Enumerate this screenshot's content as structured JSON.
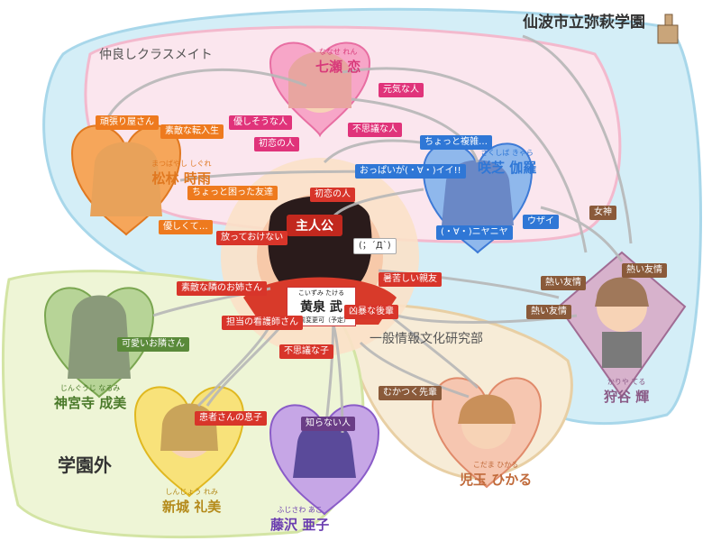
{
  "school_name": "仙波市立弥萩学園",
  "regions": {
    "classmates": "仲良しクラスメイト",
    "club": "一般情報文化研究部",
    "outside": "学園外"
  },
  "protagonist": {
    "label": "主人公",
    "ruby": "こいずみ たける",
    "name": "黄泉 武",
    "note": "名前変更可（予定）"
  },
  "characters": {
    "nanase": {
      "ruby": "ななせ れん",
      "name": "七瀬 恋"
    },
    "matsubayashi": {
      "ruby": "まつばやし しぐれ",
      "name": "松林 時雨"
    },
    "sakushiba": {
      "ruby": "さくしば きゃら",
      "name": "咲芝 伽羅"
    },
    "kariya": {
      "ruby": "かりや てる",
      "name": "狩谷 輝"
    },
    "jinguji": {
      "ruby": "じんぐうじ なるみ",
      "name": "神宮寺 成美"
    },
    "shinjo": {
      "ruby": "しんじょう れみ",
      "name": "新城 礼美"
    },
    "fujisawa": {
      "ruby": "ふじさわ あこ",
      "name": "藤沢 亜子"
    },
    "kodama": {
      "ruby": "こだま ひかる",
      "name": "児玉 ひかる"
    }
  },
  "relations": {
    "r1": "頑張り屋さん",
    "r2": "素敵な転入生",
    "r3": "優しそうな人",
    "r4": "元気な人",
    "r5": "初恋の人",
    "r6": "不思議な人",
    "r7": "ちょっと複雑…",
    "r8": "おっぱいが(・∀・)イイ!!",
    "r9": "ちょっと困った友達",
    "r10": "初恋の人",
    "r11": "優しくて…",
    "r12": "放っておけない",
    "r13": "(；´Д`)",
    "r14": "(・∀・)ニヤニヤ",
    "r15": "ウザイ",
    "r16": "女神",
    "r17": "熱い友情",
    "r18": "熱い友情",
    "r19": "暑苦しい親友",
    "r20": "熱い友情",
    "r21": "素敵な隣のお姉さん",
    "r22": "可愛いお隣さん",
    "r23": "担当の看護師さん",
    "r24": "凶暴な後輩",
    "r25": "不思議な子",
    "r26": "患者さんの息子",
    "r27": "むかつく先輩",
    "r28": "知らない人"
  }
}
